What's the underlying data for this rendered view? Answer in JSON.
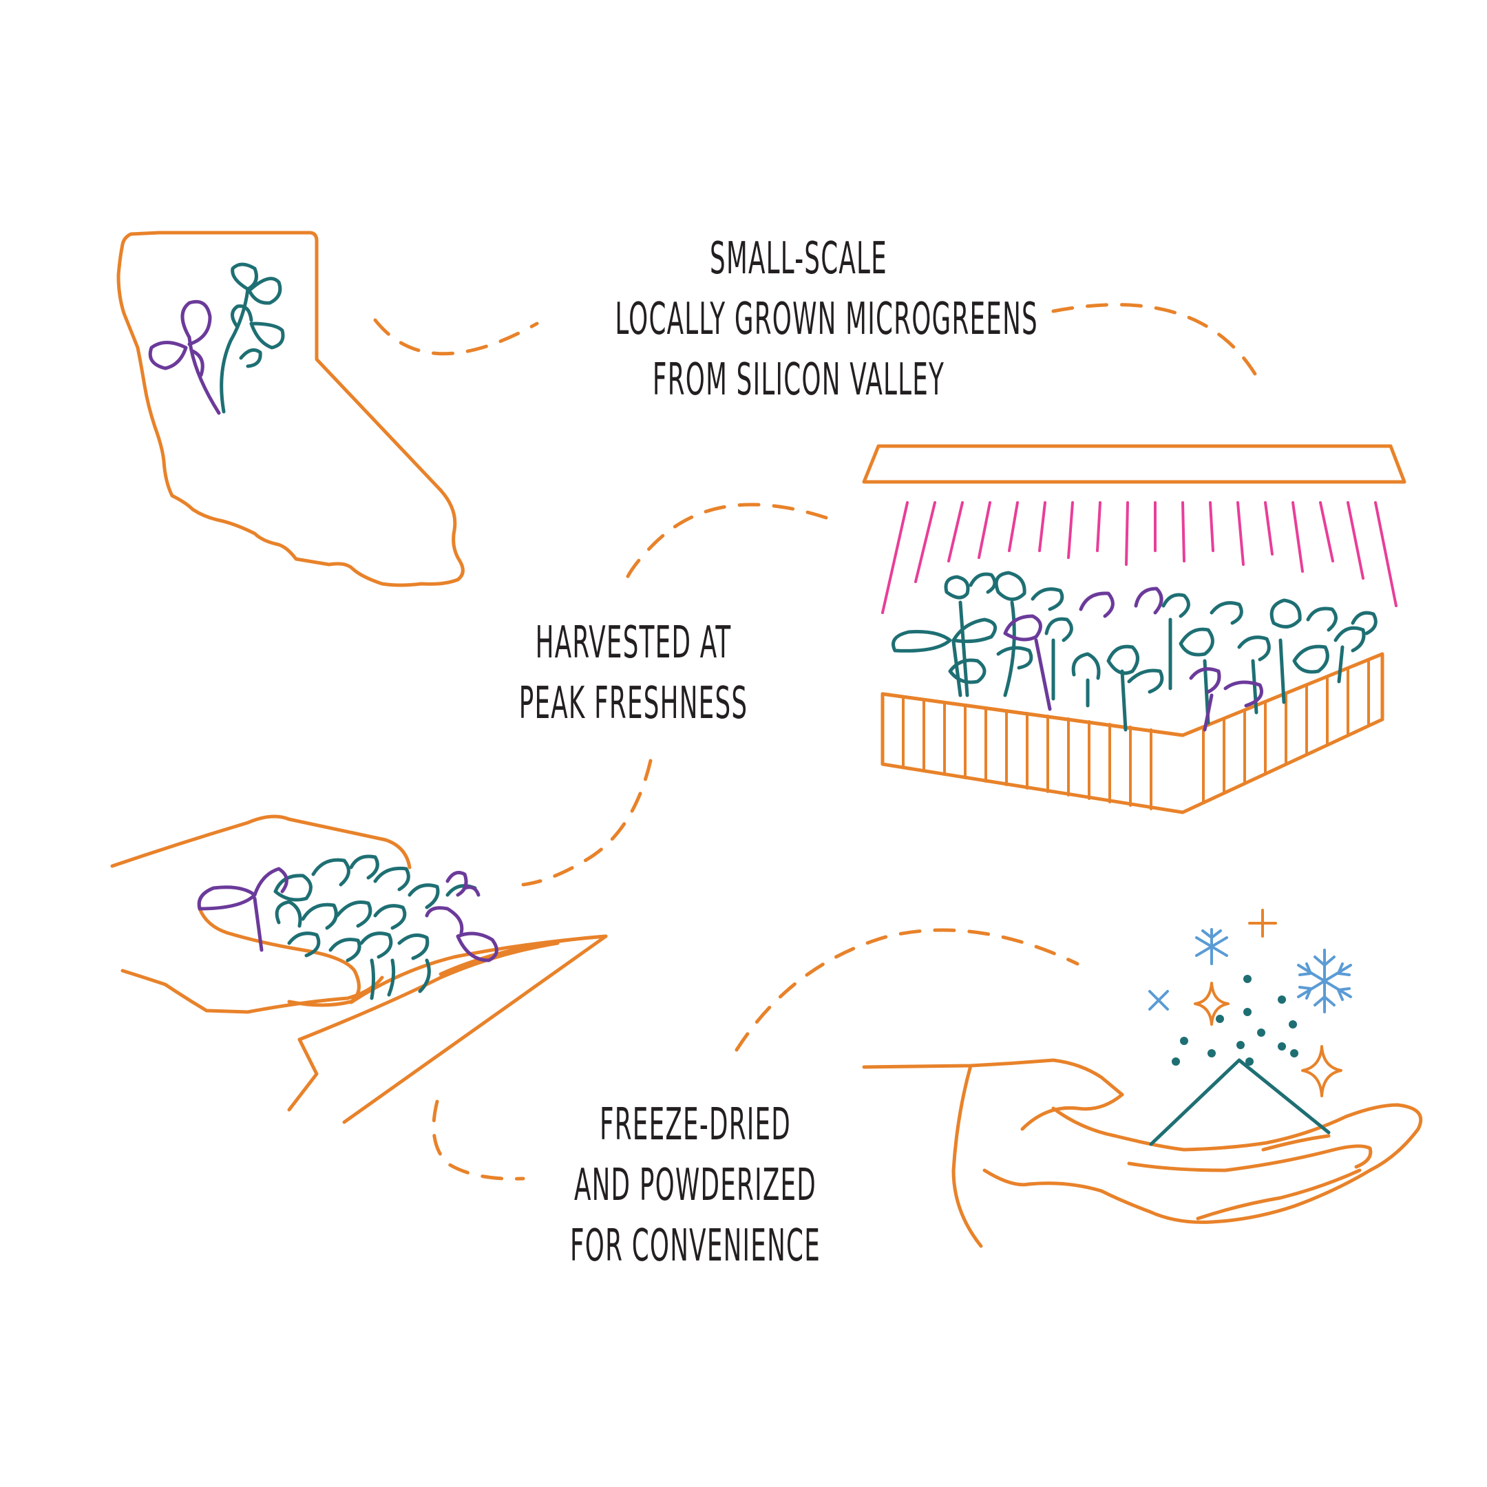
{
  "colors": {
    "orange": "#e8822a",
    "teal": "#1e6f73",
    "purple": "#6b3a9a",
    "magenta": "#e83e98",
    "blue": "#5a9bd5",
    "text": "#231f20"
  },
  "captions": {
    "local": {
      "line1": "SMALL-SCALE",
      "line2": "LOCALLY GROWN MICROGREENS",
      "line3": "FROM SILICON VALLEY"
    },
    "harvest": {
      "line1": "HARVESTED AT",
      "line2": "PEAK FRESHNESS"
    },
    "freeze": {
      "line1": "FREEZE-DRIED",
      "line2": "AND POWDERIZED",
      "line3": "FOR CONVENIENCE"
    }
  },
  "icons": [
    "california-map-icon",
    "grow-light-tray-icon",
    "hand-holding-microgreens-icon",
    "hand-holding-powder-icon",
    "snowflake-icon",
    "sparkle-icon"
  ]
}
